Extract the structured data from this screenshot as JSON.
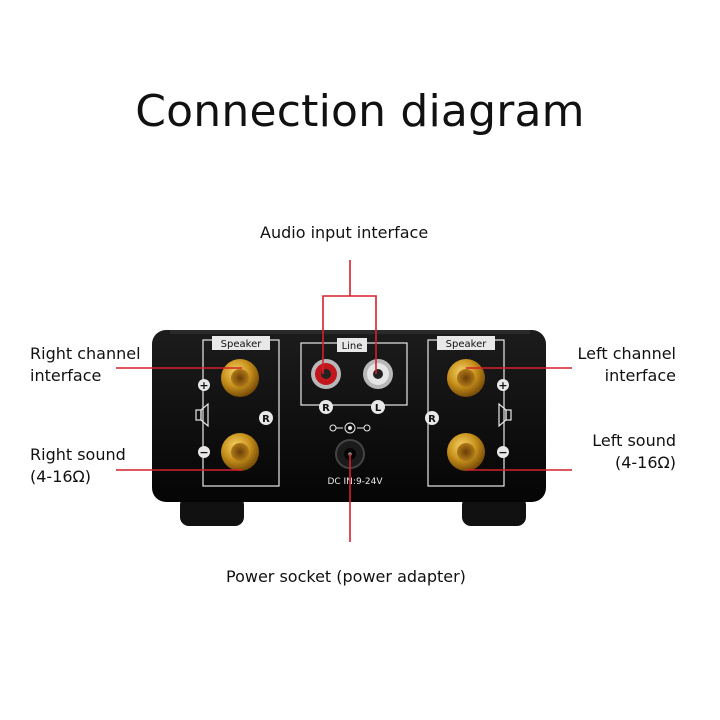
{
  "title": "Connection diagram",
  "labels": {
    "audio_input": "Audio input interface",
    "right_channel": [
      "Right channel",
      "interface"
    ],
    "left_channel": [
      "Left channel",
      "interface"
    ],
    "right_sound": [
      "Right sound",
      "(4-16Ω)"
    ],
    "left_sound": [
      "Left sound",
      "(4-16Ω)"
    ],
    "power_socket": "Power socket (power adapter)"
  },
  "device": {
    "left_panel_label": "Speaker",
    "right_panel_label": "Speaker",
    "line_label": "Line",
    "rca_right": "R",
    "rca_left": "L",
    "side_marker_left": "R",
    "side_marker_right": "R",
    "plus": "+",
    "minus": "−",
    "dc_label": "DC IN:9-24V"
  },
  "colors": {
    "callout_line": "#d6202a",
    "device_body": "#0c0c0c",
    "terminal_gold": "#c9921c"
  }
}
